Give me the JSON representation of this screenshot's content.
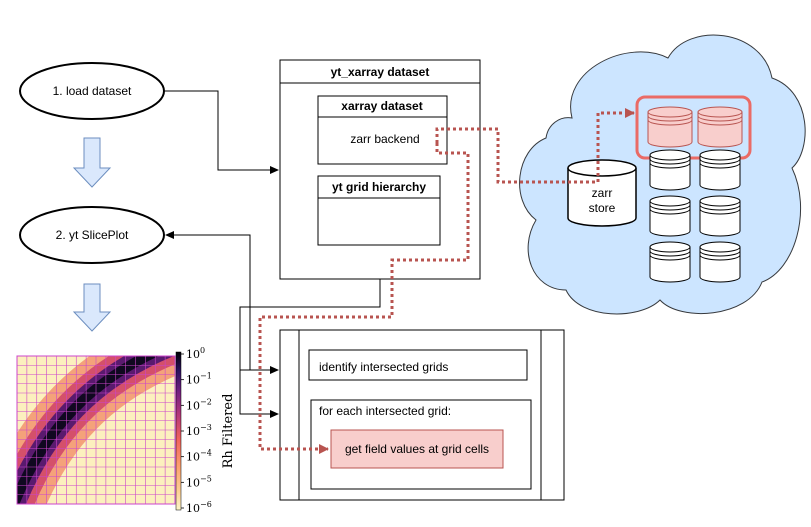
{
  "nodes": {
    "load_dataset": "1. load dataset",
    "slice_plot": "2. yt SlicePlot",
    "yt_xarray_dataset": "yt_xarray dataset",
    "xarray_dataset": "xarray dataset",
    "zarr_backend": "zarr backend",
    "yt_grid_hierarchy": "yt grid hierarchy",
    "zarr_store_line1": "zarr",
    "zarr_store_line2": "store",
    "identify_grids": "identify intersected grids",
    "for_each_grid": "for each intersected grid:",
    "get_field_values": "get field values at grid cells"
  },
  "colorbar": {
    "label": "Rh Filtered",
    "ticks": [
      {
        "base": "10",
        "exp": "0"
      },
      {
        "base": "10",
        "exp": "−1"
      },
      {
        "base": "10",
        "exp": "−2"
      },
      {
        "base": "10",
        "exp": "−3"
      },
      {
        "base": "10",
        "exp": "−4"
      },
      {
        "base": "10",
        "exp": "−5"
      },
      {
        "base": "10",
        "exp": "−6"
      }
    ]
  },
  "colors": {
    "highlight_fill": "#f8cecc",
    "highlight_stroke": "#ea6b66",
    "dotted_path": "#b85450",
    "cloud_fill": "#cce5ff",
    "cloud_stroke": "#36393d",
    "flow_arrow_fill": "#dae8fc",
    "flow_arrow_stroke": "#6c8ebf",
    "grid_line": "#cc44cc"
  }
}
